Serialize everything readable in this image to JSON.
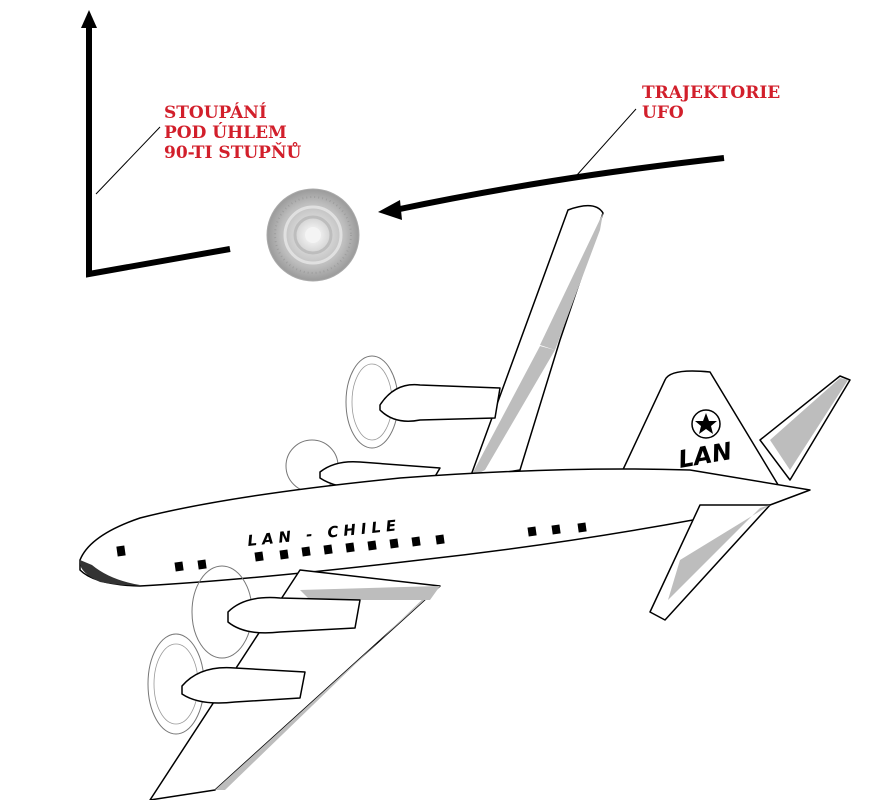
{
  "annotations": {
    "climb": {
      "line1": "STOUPÁNÍ",
      "line2": "POD ÚHLEM",
      "line3": "90-TI STUPŇŮ"
    },
    "trajectory": {
      "line1": "TRAJEKTORIE",
      "line2": "UFO"
    }
  },
  "aircraft": {
    "fuselage_text": "LAN - CHILE",
    "tail_logo": "LAN"
  },
  "colors": {
    "annotation_text": "#d21f2b",
    "line": "#000000",
    "ufo": "#c8c8c8"
  }
}
